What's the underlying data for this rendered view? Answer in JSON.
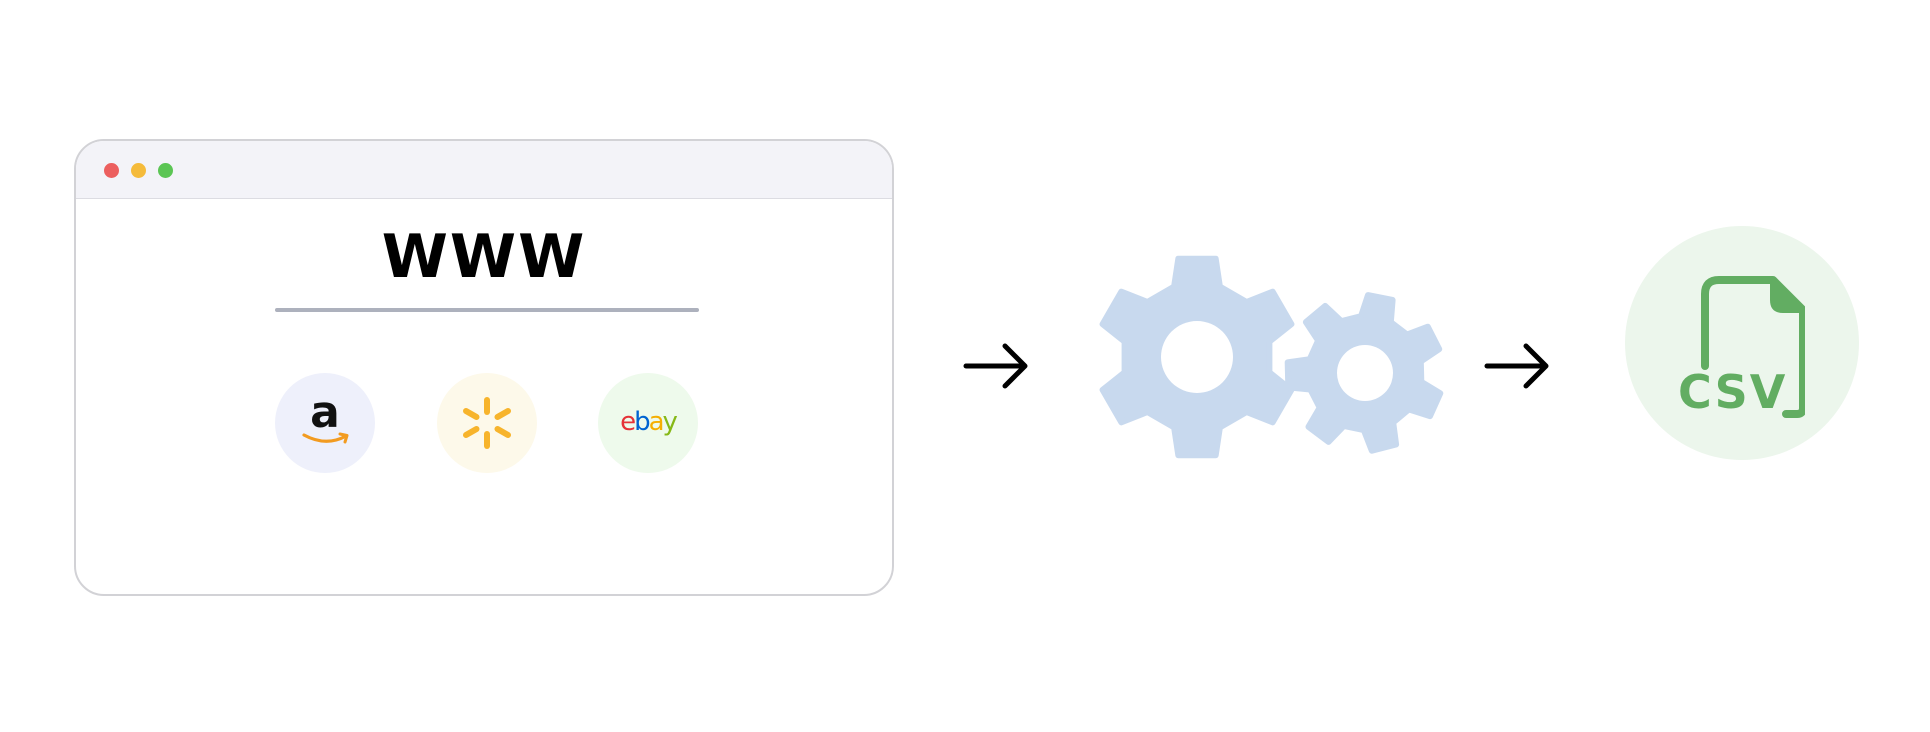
{
  "browser": {
    "window_dots": [
      {
        "name": "close",
        "color": "#ec5f5f"
      },
      {
        "name": "minimize",
        "color": "#f5bb3b"
      },
      {
        "name": "maximize",
        "color": "#5bc554"
      }
    ],
    "address_text": "WWW",
    "sites": [
      {
        "name": "amazon",
        "logo_text": "a",
        "circle_color": "#eef0fb",
        "accent_color": "#f29b20"
      },
      {
        "name": "walmart",
        "circle_color": "#fdf9ea",
        "accent_color": "#f7b42c"
      },
      {
        "name": "ebay",
        "circle_color": "#eefaec",
        "logo_letters": [
          {
            "char": "e",
            "color": "#e53238"
          },
          {
            "char": "b",
            "color": "#0064d2"
          },
          {
            "char": "a",
            "color": "#f5af02"
          },
          {
            "char": "y",
            "color": "#86b817"
          }
        ]
      }
    ]
  },
  "process": {
    "icon": "gears-icon",
    "color": "#c8d9ee"
  },
  "output": {
    "icon": "csv-file-icon",
    "label": "CSV",
    "color": "#62ad62",
    "circle_color": "#ecf6ec"
  },
  "connectors": [
    "arrow-right-icon",
    "arrow-right-icon"
  ]
}
